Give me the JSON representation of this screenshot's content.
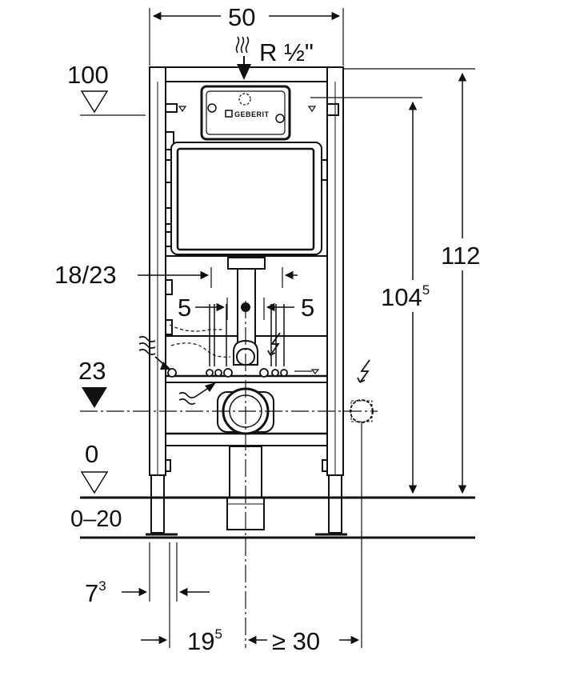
{
  "diagram": {
    "width_label": "50",
    "supply_label": "R ½\"",
    "level_top_label": "100",
    "height_total_label": "112",
    "height_inner_main": "104",
    "height_inner_sup": "5",
    "spacing_label": "18/23",
    "offset_left_label": "5",
    "offset_right_label": "5",
    "level_mid_label": "23",
    "level_zero_label": "0",
    "floor_range_label": "0–20",
    "foot_offset_main": "7",
    "foot_offset_sup": "3",
    "center_offset_main": "19",
    "center_offset_sup": "5",
    "min_distance_label": "≥ 30",
    "brand_logo_text": "GEBERIT",
    "icons": [
      "water-supply-icon",
      "electric-icon",
      "waste-flow-icon",
      "level-marker-icon"
    ],
    "colors": {
      "line": "#111111",
      "background": "#ffffff"
    }
  }
}
